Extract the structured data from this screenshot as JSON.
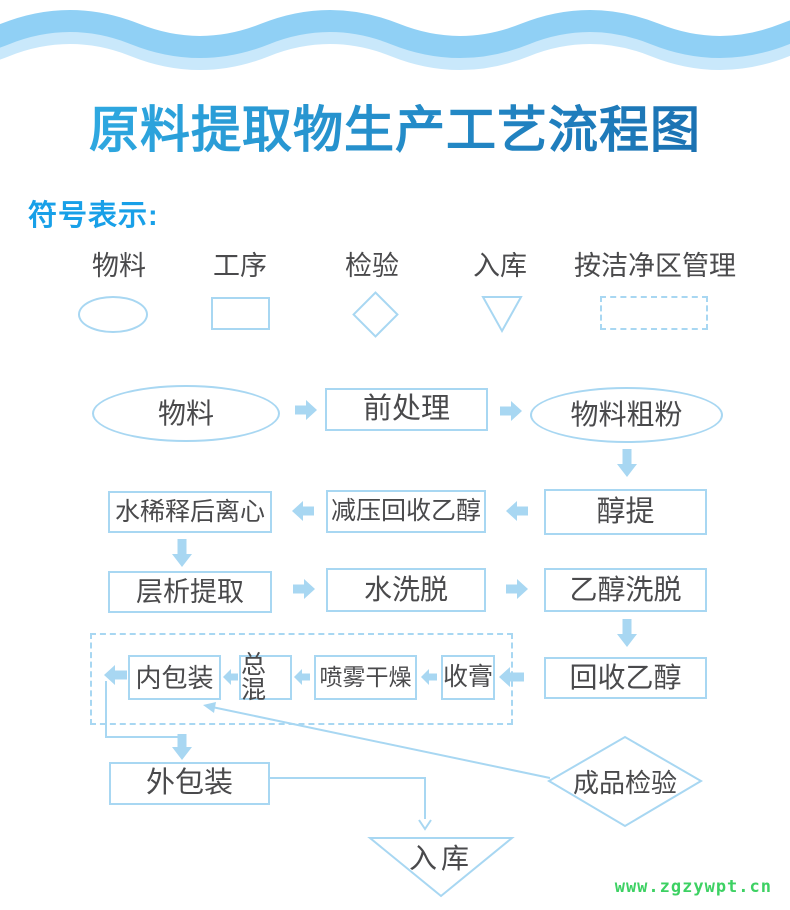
{
  "page": {
    "title": "原料提取物生产工艺流程图"
  },
  "legend": {
    "heading": "符号表示:",
    "items": [
      {
        "label": "物料",
        "shape": "ellipse"
      },
      {
        "label": "工序",
        "shape": "rect"
      },
      {
        "label": "检验",
        "shape": "diamond"
      },
      {
        "label": "入库",
        "shape": "triangle-down"
      },
      {
        "label": "按洁净区管理",
        "shape": "dashed-rect"
      }
    ]
  },
  "flow": {
    "nodes": {
      "material": "物料",
      "pretreatment": "前处理",
      "coarse_powder": "物料粗粉",
      "alcohol_extraction": "醇提",
      "vacuum_ethanol_recovery": "减压回收乙醇",
      "water_dilution_centrifuge": "水稀释后离心",
      "chromatography_extraction": "层析提取",
      "water_elution": "水洗脱",
      "ethanol_elution": "乙醇洗脱",
      "ethanol_recovery": "回收乙醇",
      "paste_collection": "收膏",
      "spray_drying": "喷雾干燥",
      "total_mixing": "总混",
      "inner_packaging": "内包装",
      "outer_packaging": "外包装",
      "final_inspection": "成品检验",
      "warehousing": "入库"
    }
  },
  "watermark": {
    "text": "www.zgzywpt.cn"
  },
  "colors": {
    "accent_blue": "#A8D7F2",
    "text_dark": "#4A4A4C",
    "heading_blue": "#18A0E8",
    "title_gradient_start": "#2FABE3",
    "title_gradient_end": "#1A6FB0",
    "wave_medium": "#90D0F5",
    "wave_light": "#C9E8FB",
    "watermark_green": "#3DD163"
  }
}
